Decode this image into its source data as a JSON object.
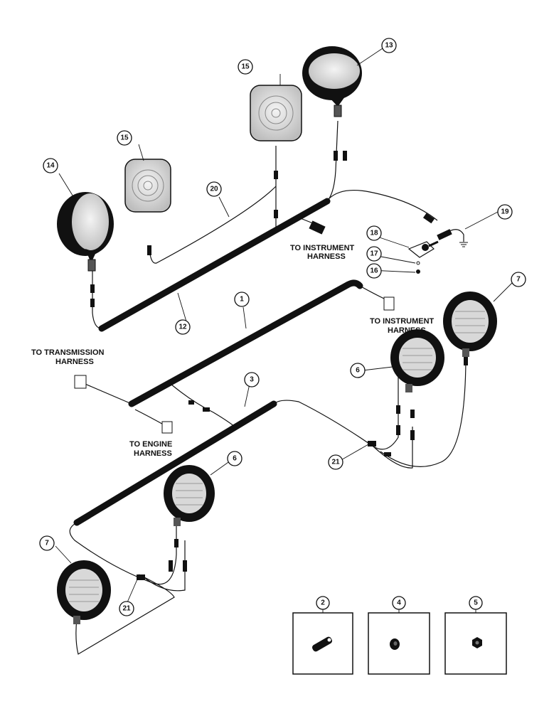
{
  "labels": {
    "to_instrument_harness_top": [
      "TO INSTRUMENT",
      "HARNESS"
    ],
    "to_instrument_harness_mid": [
      "TO INSTRUMENT",
      "HARNESS"
    ],
    "to_transmission_harness": [
      "TO TRANSMISSION",
      "HARNESS"
    ],
    "to_engine_harness": [
      "TO ENGINE",
      "HARNESS"
    ]
  },
  "callouts": {
    "c1": "1",
    "c3": "3",
    "c6a": "6",
    "c6b": "6",
    "c7a": "7",
    "c7b": "7",
    "c12": "12",
    "c13": "13",
    "c14": "14",
    "c15a": "15",
    "c15b": "15",
    "c16": "16",
    "c17": "17",
    "c18": "18",
    "c19": "19",
    "c20": "20",
    "c21a": "21",
    "c21b": "21",
    "c2": "2",
    "c4": "4",
    "c5": "5"
  }
}
